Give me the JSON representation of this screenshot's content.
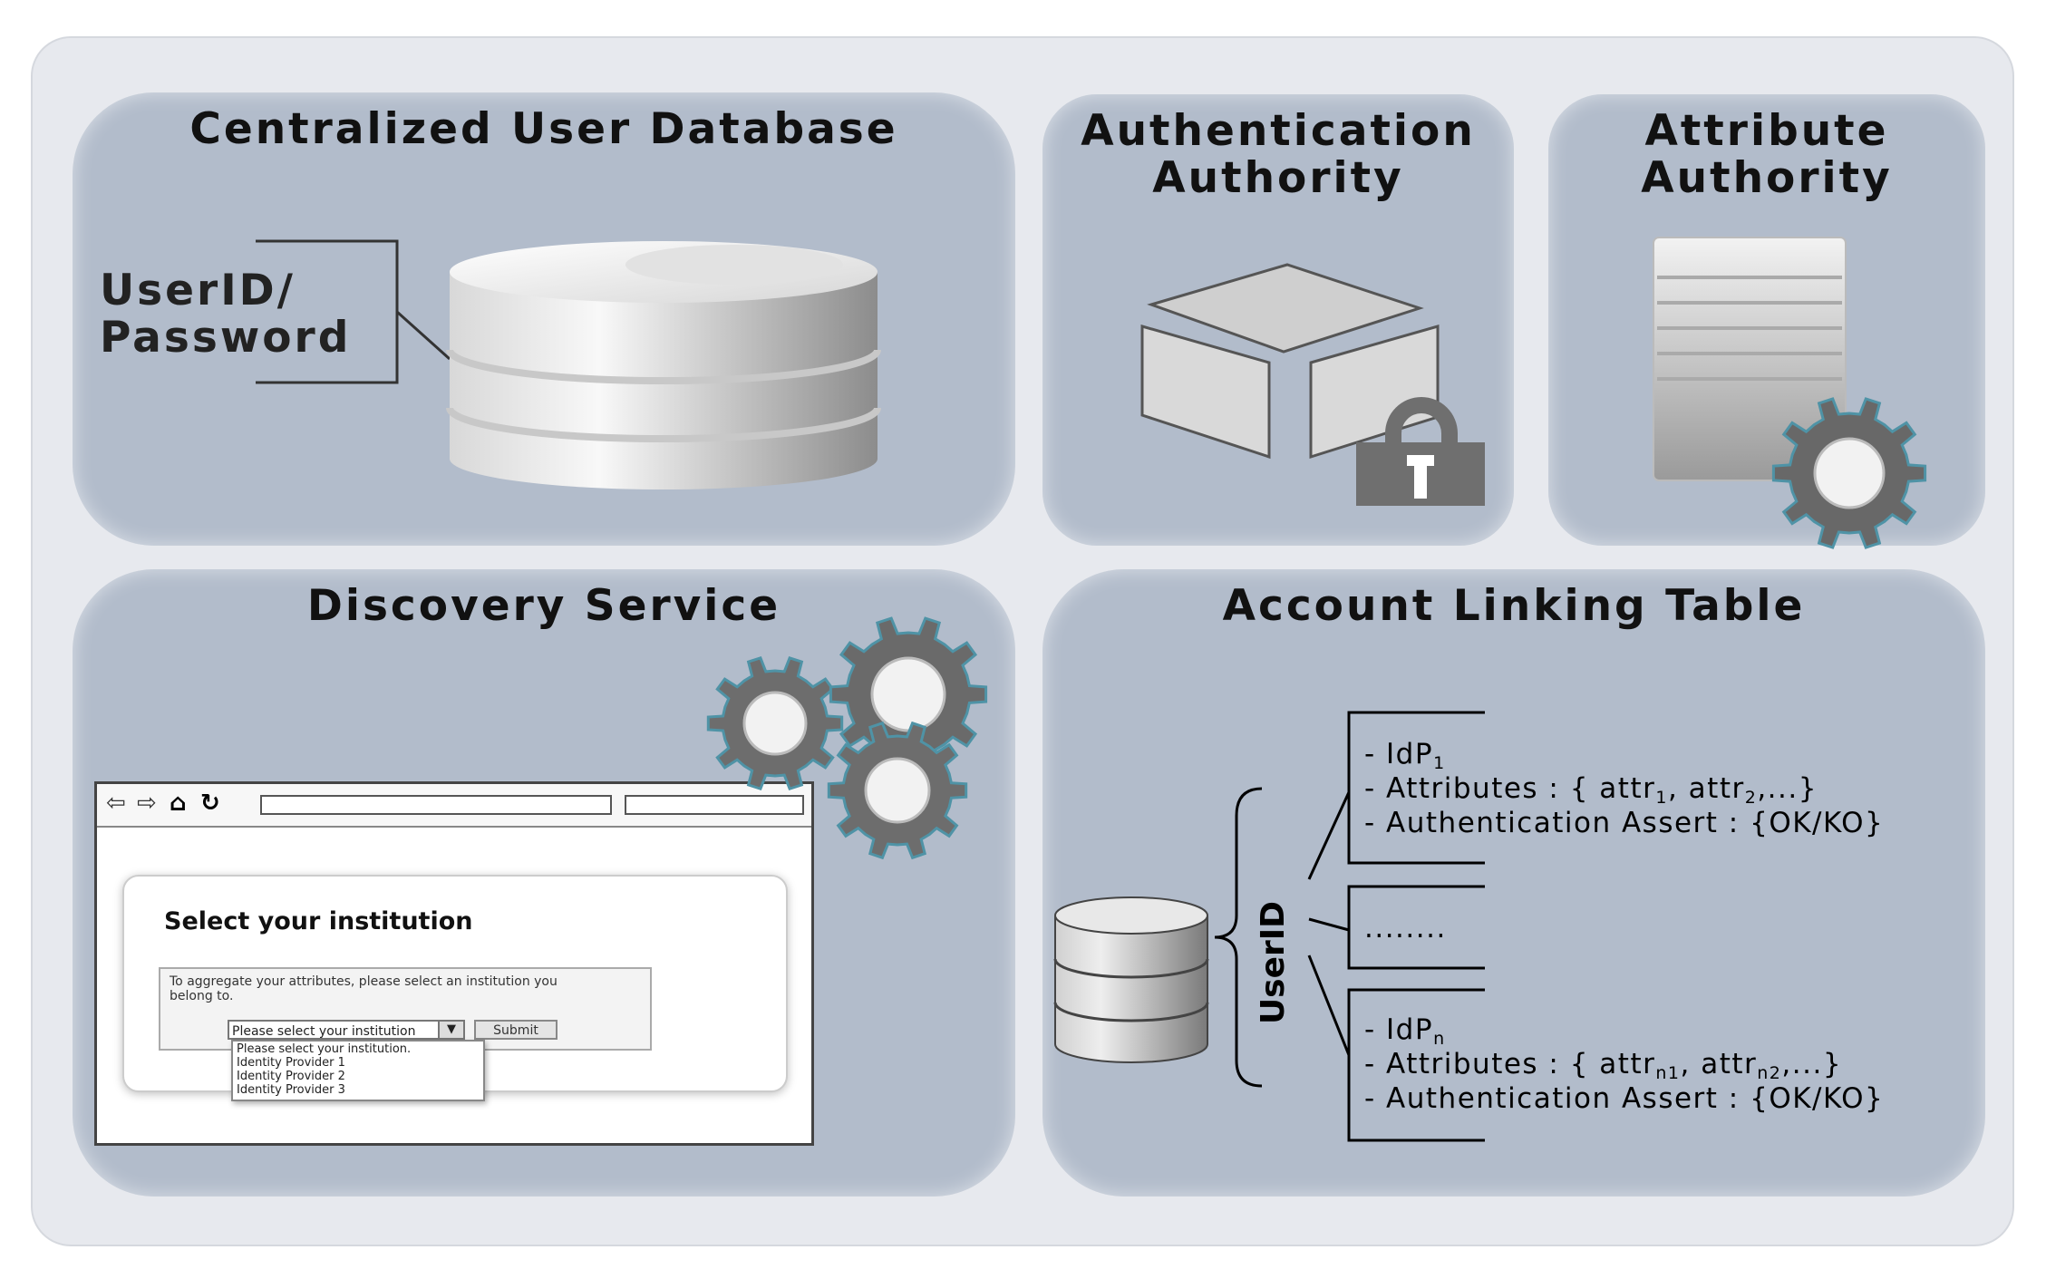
{
  "outer": {
    "background": "#e7e9ee",
    "panel_color": "#b2bccb"
  },
  "panels": {
    "centralized": {
      "title": "Centralized User Database",
      "credentials_line1": "UserID/",
      "credentials_line2": "Password"
    },
    "authentication": {
      "title_line1": "Authentication",
      "title_line2": "Authority"
    },
    "attribute": {
      "title_line1": "Attribute",
      "title_line2": "Authority"
    },
    "discovery": {
      "title": "Discovery Service",
      "browser": {
        "heading": "Select your institution",
        "instruction": "To aggregate your attributes, please select an institution you belong to.",
        "select_value": "Please select your institution",
        "submit_label": "Submit",
        "options": [
          "Please select your institution.",
          "Identity Provider 1",
          "Identity Provider 2",
          "Identity Provider 3"
        ]
      }
    },
    "account_linking": {
      "title": "Account Linking Table",
      "userid_label": "UserID",
      "ellipsis": "........",
      "entry1": {
        "idp": "- IdP",
        "idp_sub": "1",
        "attr_prefix": "- Attributes : { attr",
        "attr_sub1": "1",
        "attr_mid": ", attr",
        "attr_sub2": "2",
        "attr_end": ",...}",
        "assert": "- Authentication Assert : {OK/KO}"
      },
      "entry2": {
        "idp": "- IdP",
        "idp_sub": "n",
        "attr_prefix": "- Attributes : { attr",
        "attr_sub1": "n1",
        "attr_mid": ", attr",
        "attr_sub2": "n2",
        "attr_end": ",...}",
        "assert": "- Authentication Assert : {OK/KO}"
      }
    }
  }
}
